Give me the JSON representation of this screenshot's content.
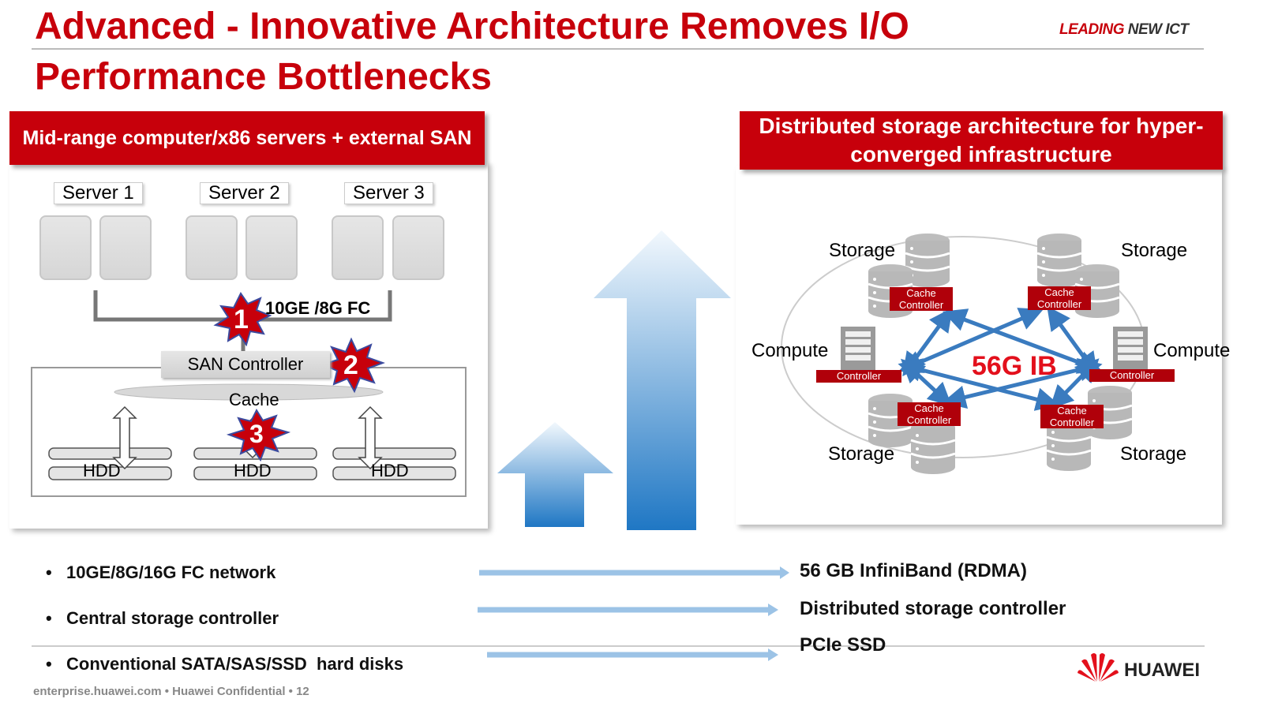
{
  "title": "Advanced - Innovative Architecture Removes I/O\nPerformance Bottlenecks",
  "brand": {
    "leading": "LEADING",
    "rest": "NEW ICT"
  },
  "left": {
    "header": "Mid-range computer/x86 servers + external SAN",
    "servers": [
      "Server 1",
      "Server 2",
      "Server 3"
    ],
    "network_label": "10GE /8G FC",
    "san_controller": "SAN Controller",
    "cache": "Cache",
    "hdd": [
      "HDD",
      "HDD",
      "HDD"
    ],
    "bottlenecks": [
      "1",
      "2",
      "3"
    ]
  },
  "right": {
    "header": "Distributed storage architecture for hyper-converged infrastructure",
    "storage": "Storage",
    "compute": "Compute",
    "cache_line1": "Cache",
    "cache_line2": "Controller",
    "controller": "Controller",
    "network": "56G IB"
  },
  "comparison": [
    {
      "before": "10GE/8G/16G FC network",
      "after": "56 GB InfiniBand (RDMA)"
    },
    {
      "before": "Central storage controller",
      "after": "Distributed storage controller"
    },
    {
      "before": "Conventional SATA/SAS/SSD  hard disks",
      "after": "PCIe SSD"
    }
  ],
  "footer": "enterprise.huawei.com  •  Huawei Confidential  •  12",
  "logo": "HUAWEI",
  "colors": {
    "accent": "#c7000b",
    "arrow_blue": "#3a7bbf",
    "light_blue": "#9cc3e6"
  }
}
